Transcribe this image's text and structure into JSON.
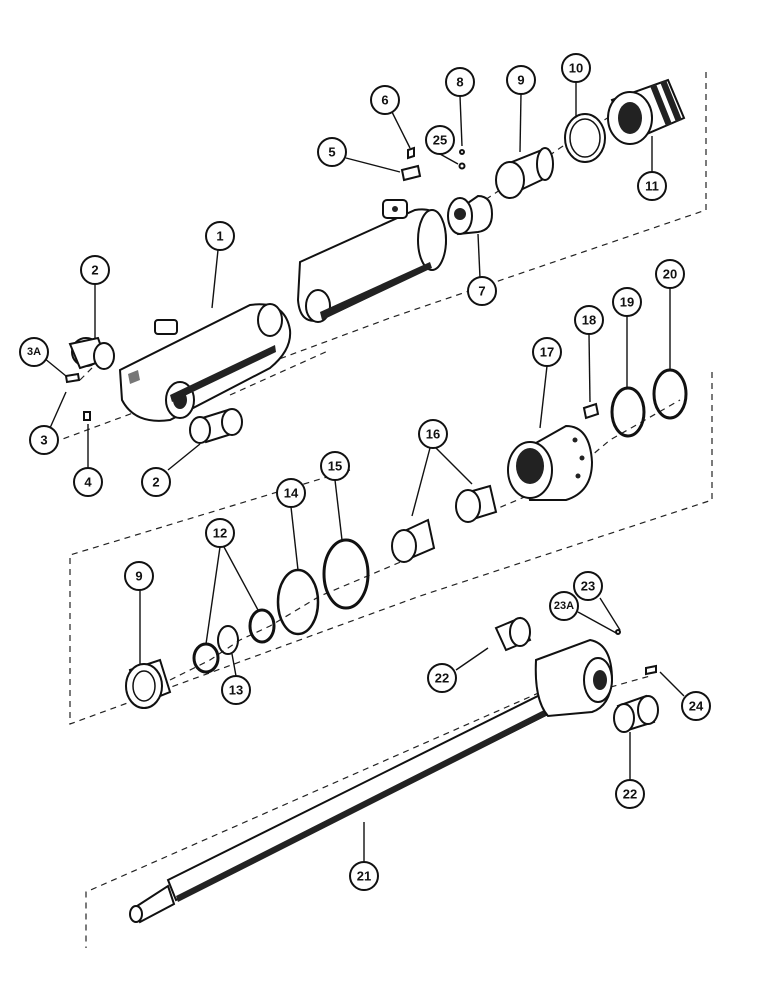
{
  "diagram": {
    "callouts": [
      {
        "id": "c1",
        "label": "1"
      },
      {
        "id": "c2a",
        "label": "2"
      },
      {
        "id": "c2b",
        "label": "2"
      },
      {
        "id": "c3a",
        "label": "3A"
      },
      {
        "id": "c3",
        "label": "3"
      },
      {
        "id": "c4",
        "label": "4"
      },
      {
        "id": "c5",
        "label": "5"
      },
      {
        "id": "c6",
        "label": "6"
      },
      {
        "id": "c7",
        "label": "7"
      },
      {
        "id": "c8",
        "label": "8"
      },
      {
        "id": "c9a",
        "label": "9"
      },
      {
        "id": "c9b",
        "label": "9"
      },
      {
        "id": "c10",
        "label": "10"
      },
      {
        "id": "c11",
        "label": "11"
      },
      {
        "id": "c12",
        "label": "12"
      },
      {
        "id": "c13",
        "label": "13"
      },
      {
        "id": "c14",
        "label": "14"
      },
      {
        "id": "c15",
        "label": "15"
      },
      {
        "id": "c16",
        "label": "16"
      },
      {
        "id": "c17",
        "label": "17"
      },
      {
        "id": "c18",
        "label": "18"
      },
      {
        "id": "c19",
        "label": "19"
      },
      {
        "id": "c20",
        "label": "20"
      },
      {
        "id": "c21",
        "label": "21"
      },
      {
        "id": "c22a",
        "label": "22"
      },
      {
        "id": "c22b",
        "label": "22"
      },
      {
        "id": "c23",
        "label": "23"
      },
      {
        "id": "c23a",
        "label": "23A"
      },
      {
        "id": "c24",
        "label": "24"
      },
      {
        "id": "c25",
        "label": "25"
      }
    ]
  }
}
